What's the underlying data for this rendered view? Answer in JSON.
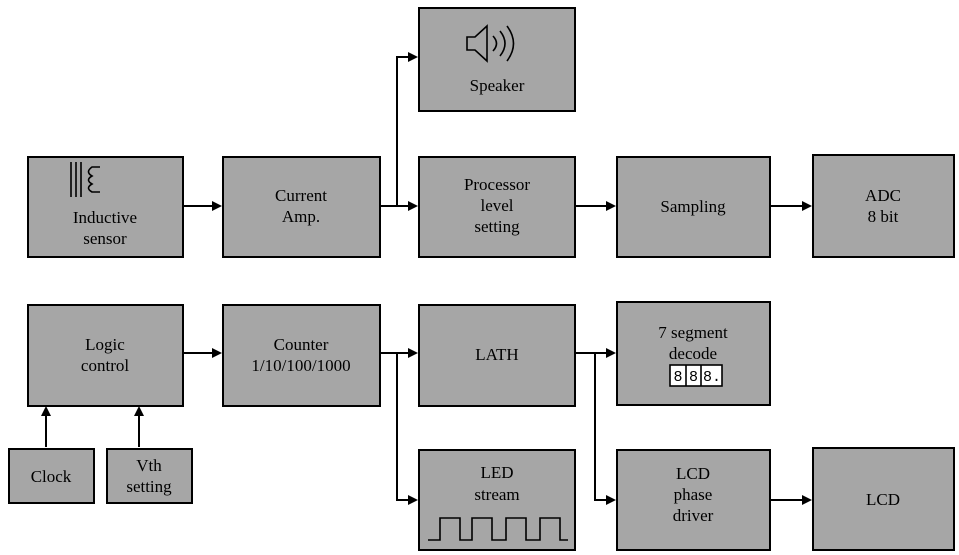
{
  "blocks": {
    "speaker": "Speaker",
    "inductive_sensor": [
      "Inductive",
      "sensor"
    ],
    "current_amp": [
      "Current",
      "Amp."
    ],
    "processor": [
      "Processor",
      "level",
      "setting"
    ],
    "sampling": "Sampling",
    "adc": [
      "ADC",
      "8 bit"
    ],
    "logic_control": [
      "Logic",
      "control"
    ],
    "counter": [
      "Counter",
      "1/10/100/1000"
    ],
    "lath": "LATH",
    "seven_segment": [
      "7 segment",
      "decode"
    ],
    "seven_segment_digits": [
      "8",
      "8",
      "8."
    ],
    "led_stream": [
      "LED",
      "stream"
    ],
    "lcd_driver": [
      "LCD",
      "phase",
      "driver"
    ],
    "lcd": "LCD",
    "clock": "Clock",
    "vth_setting": [
      "Vth",
      "setting"
    ]
  },
  "colors": {
    "block_fill": "#a6a6a6",
    "line": "#000000"
  }
}
